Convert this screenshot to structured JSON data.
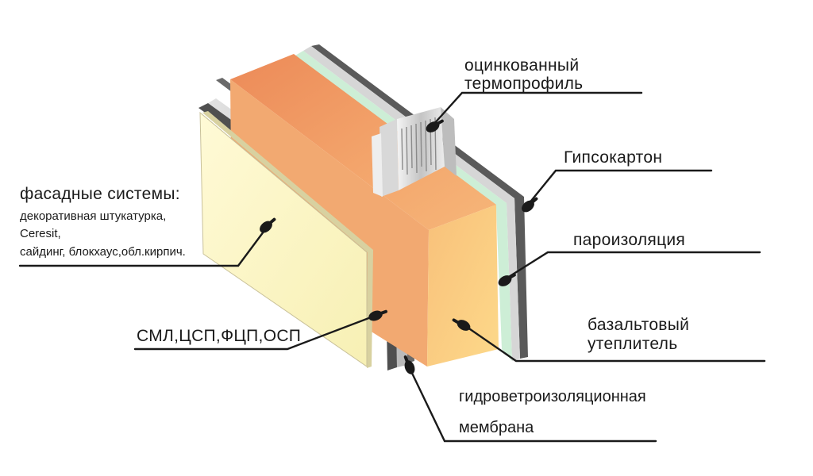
{
  "labels": {
    "thermo_profile": [
      "оцинкованный",
      "термопрофиль"
    ],
    "drywall": "Гипсокартон",
    "vapor_barrier": "пароизоляция",
    "basalt_insulation": [
      "базальтовый",
      "утеплитель"
    ],
    "membrane": [
      "гидроветроизоляционная",
      "мембрана"
    ],
    "sheathing": "СМЛ,ЦСП,ФЦП,ОСП",
    "facade_title": "фасадные системы:",
    "facade_items": [
      "декоративная штукатурка,",
      "Ceresit,",
      "сайдинг, блокхаус,обл.кирпич."
    ]
  },
  "colors": {
    "facade_panel": "#fbf6c4",
    "dark_layer": "#555555",
    "grey_layer": "#cfcfcf",
    "insulation_top": "#f0a06a",
    "insulation_front": "#fbc97e",
    "vapor_green": "#cfeed8",
    "leader_line": "#1a1a1a"
  }
}
